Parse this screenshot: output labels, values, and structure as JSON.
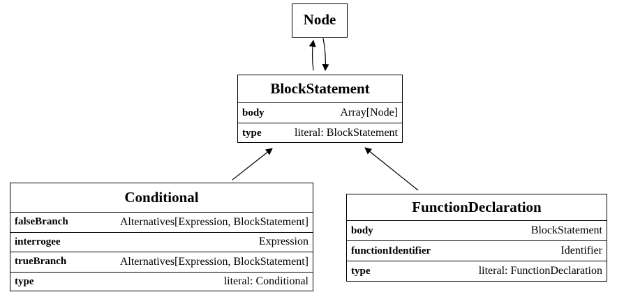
{
  "diagram": {
    "nodes": {
      "node": {
        "title": "Node"
      },
      "block_statement": {
        "title": "BlockStatement",
        "fields": [
          {
            "name": "body",
            "type": "Array[Node]"
          },
          {
            "name": "type",
            "type": "literal: BlockStatement"
          }
        ]
      },
      "conditional": {
        "title": "Conditional",
        "fields": [
          {
            "name": "falseBranch",
            "type": "Alternatives[Expression, BlockStatement]"
          },
          {
            "name": "interrogee",
            "type": "Expression"
          },
          {
            "name": "trueBranch",
            "type": "Alternatives[Expression, BlockStatement]"
          },
          {
            "name": "type",
            "type": "literal: Conditional"
          }
        ]
      },
      "function_declaration": {
        "title": "FunctionDeclaration",
        "fields": [
          {
            "name": "body",
            "type": "BlockStatement"
          },
          {
            "name": "functionIdentifier",
            "type": "Identifier"
          },
          {
            "name": "type",
            "type": "literal: FunctionDeclaration"
          }
        ]
      }
    },
    "edges": [
      {
        "from": "block_statement",
        "to": "node"
      },
      {
        "from": "node",
        "to": "block_statement"
      },
      {
        "from": "conditional",
        "to": "block_statement"
      },
      {
        "from": "function_declaration",
        "to": "block_statement"
      }
    ]
  }
}
